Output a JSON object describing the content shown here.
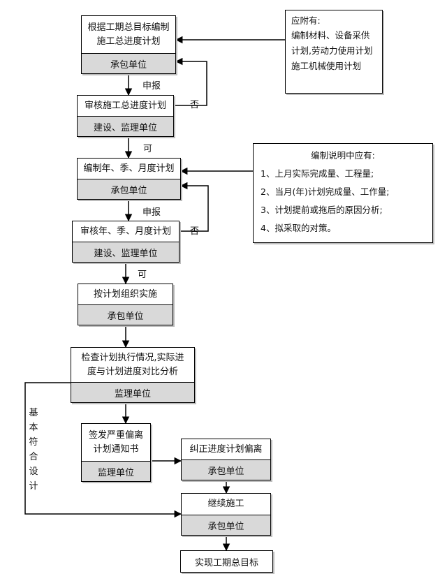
{
  "boxes": {
    "b1": {
      "top": "根据工期总目标编制施工总进度计划",
      "bottom": "承包单位"
    },
    "b2": {
      "top": "审核施工总进度计划",
      "bottom": "建设、监理单位"
    },
    "b3": {
      "top": "编制年、季、月度计划",
      "bottom": "承包单位"
    },
    "b4": {
      "top": "审核年、季、月度计划",
      "bottom": "建设、监理单位"
    },
    "b5": {
      "top": "按计划组织实施",
      "bottom": "承包单位"
    },
    "b6": {
      "top": "检查计划执行情况,实际进度与计划进度对比分析",
      "bottom": "监理单位"
    },
    "b7": {
      "top": "签发严重偏离计划通知书",
      "bottom": "监理单位"
    },
    "b8": {
      "top": "纠正进度计划偏离",
      "bottom": "承包单位"
    },
    "b9": {
      "top": "继续施工",
      "bottom": "承包单位"
    },
    "b10": {
      "text": "实现工期总目标"
    }
  },
  "notes": {
    "n1": {
      "title": "应附有:",
      "body": "编制材料、设备采供计划,劳动力使用计划施工机械使用计划"
    },
    "n2": {
      "title": "编制说明中应有:",
      "items": [
        "1、上月实际完成量、工程量;",
        "2、当月(年)计划完成量、工作量;",
        "3、计划提前或拖后的原因分析;",
        "4、拟采取的对策。"
      ]
    }
  },
  "labels": {
    "report1": "申报",
    "no1": "否",
    "approve1": "可",
    "report2": "申报",
    "no2": "否",
    "approve2": "可",
    "conform": [
      "基",
      "本",
      "符",
      "合",
      "设",
      "计"
    ]
  }
}
